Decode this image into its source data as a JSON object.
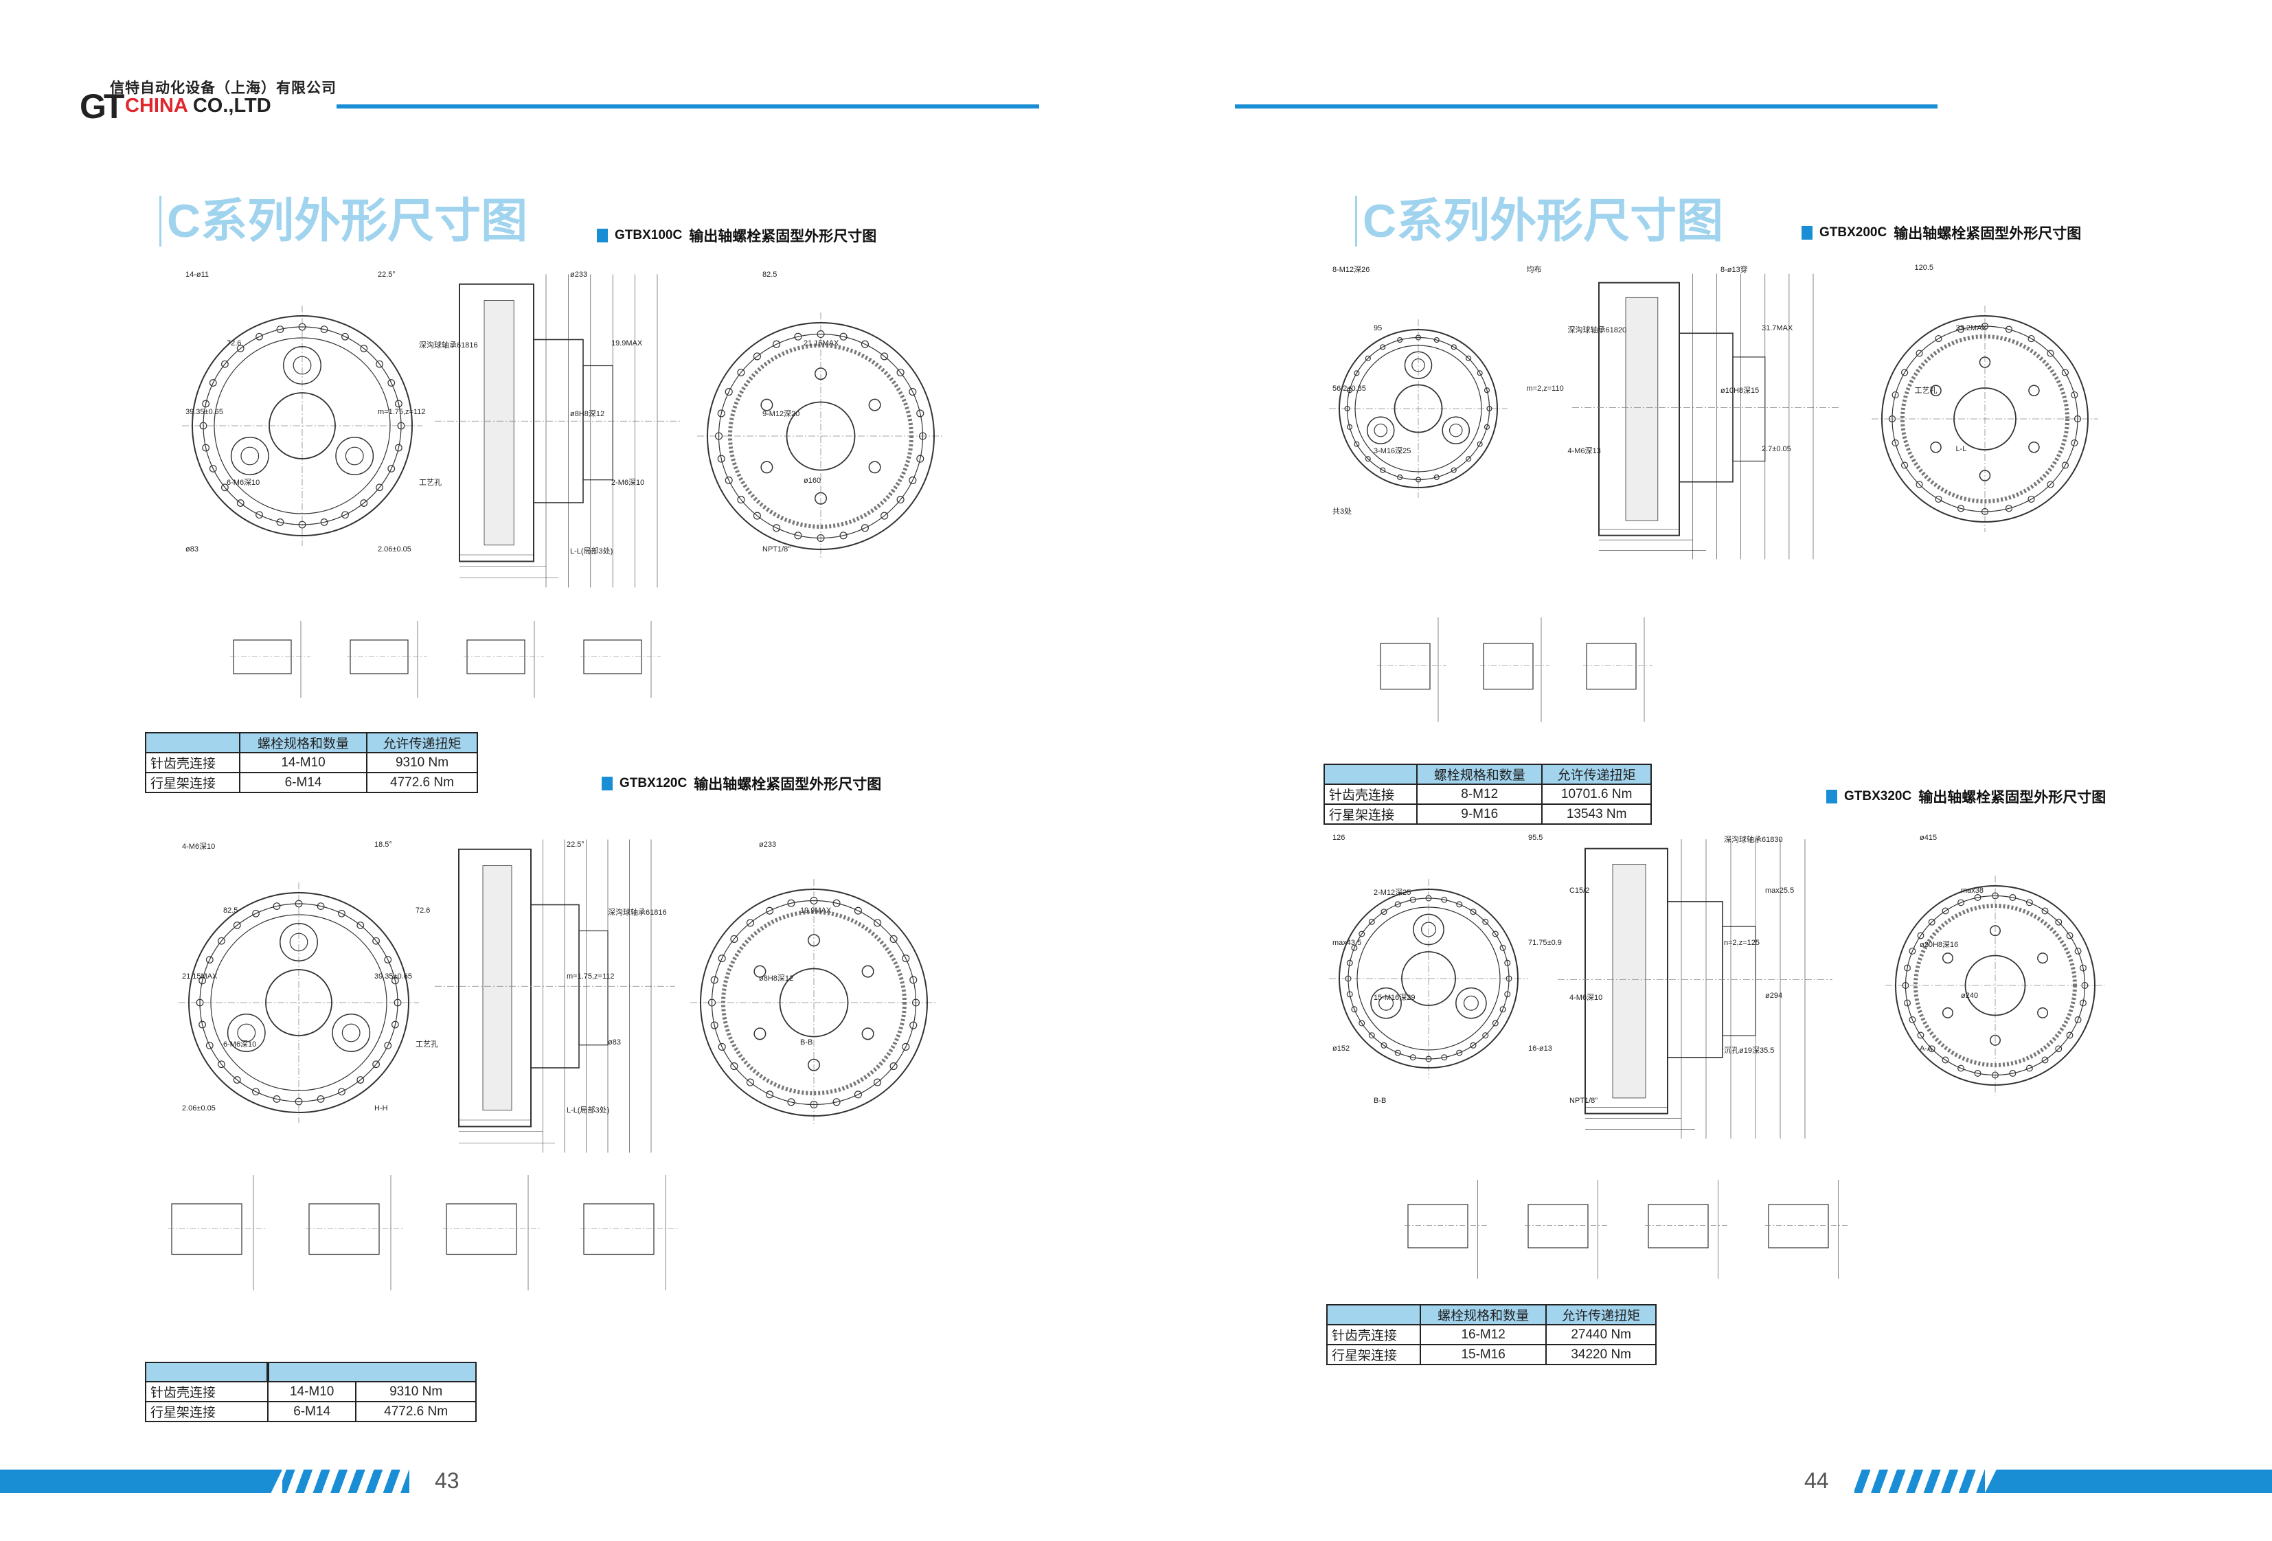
{
  "header": {
    "company_cn": "信特自动化设备（上海）有限公司",
    "logo_gt": "GT",
    "logo_china": "CHINA",
    "logo_co": "CO.,LTD"
  },
  "pages": {
    "left": {
      "title": "C系列外形尺寸图",
      "page_number": "43"
    },
    "right": {
      "title": "C系列外形尺寸图",
      "page_number": "44"
    }
  },
  "sections": {
    "gtbx100c": {
      "model": "GTBX100C",
      "subtitle": "输出轴螺栓紧固型外形尺寸图",
      "labels": [
        "14-ø11",
        "22.5°",
        "ø233",
        "82.5",
        "72.6",
        "深沟球轴承61816",
        "19.9MAX",
        "21.15MAX",
        "39.35±0.65",
        "m=1.75,z=112",
        "ø8H8深12",
        "9-M12深20",
        "6-M6深10",
        "工艺孔",
        "2-M6深10",
        "ø160",
        "ø83",
        "2.06±0.05",
        "L-L(局部3处)",
        "NPT1/8\""
      ]
    },
    "gtbx120c": {
      "model": "GTBX120C",
      "subtitle": "输出轴螺栓紧固型外形尺寸图",
      "labels": [
        "4-M6深10",
        "18.5°",
        "22.5°",
        "ø233",
        "82.5",
        "72.6",
        "深沟球轴承61816",
        "19.9MAX",
        "21.15MAX",
        "39.35±0.65",
        "m=1.75,z=112",
        "ø8H8深12",
        "6-M6深10",
        "工艺孔",
        "ø83",
        "B-B",
        "2.06±0.05",
        "H-H",
        "L-L(局部3处)"
      ]
    },
    "gtbx200c": {
      "model": "GTBX200C",
      "subtitle": "输出轴螺栓紧固型外形尺寸图",
      "labels": [
        "8-M12深26",
        "均布",
        "8-ø13穿",
        "120.5",
        "95",
        "深沟球轴承61820",
        "31.7MAX",
        "33.2MAX",
        "56.2±0.85",
        "m=2,z=110",
        "ø10H8深15",
        "工艺孔",
        "3-M16深25",
        "4-M6深13",
        "2.7±0.05",
        "L-L",
        "共3处"
      ]
    },
    "gtbx320c": {
      "model": "GTBX320C",
      "subtitle": "输出轴螺栓紧固型外形尺寸图",
      "labels": [
        "126",
        "95.5",
        "深沟球轴承61830",
        "ø415",
        "2-M12深25",
        "C15/2",
        "max25.5",
        "max38",
        "max43.5",
        "71.75±0.9",
        "n=2,z=125",
        "ø20H8深16",
        "15-M16深29",
        "4-M6深10",
        "ø294",
        "ø240",
        "ø152",
        "16-ø13",
        "沉孔ø19深35.5",
        "A-A",
        "B-B",
        "NPT1/8\""
      ]
    }
  },
  "tables": {
    "header": [
      "",
      "螺栓规格和数量",
      "允许传递扭矩"
    ],
    "gtbx100c": [
      [
        "针齿壳连接",
        "14-M10",
        "9310 Nm"
      ],
      [
        "行星架连接",
        "6-M14",
        "4772.6 Nm"
      ]
    ],
    "gtbx120c": [
      [
        "针齿壳连接",
        "14-M10",
        "9310 Nm"
      ],
      [
        "行星架连接",
        "6-M14",
        "4772.6 Nm"
      ]
    ],
    "gtbx200c": [
      [
        "针齿壳连接",
        "8-M12",
        "10701.6 Nm"
      ],
      [
        "行星架连接",
        "9-M16",
        "13543 Nm"
      ]
    ],
    "gtbx320c": [
      [
        "针齿壳连接",
        "16-M12",
        "27440 Nm"
      ],
      [
        "行星架连接",
        "15-M16",
        "34220 Nm"
      ]
    ]
  },
  "colors": {
    "accent": "#1a8ed4",
    "title": "#9fd3ee",
    "table_header": "#a2d4ee",
    "logo_red": "#e0262d"
  }
}
